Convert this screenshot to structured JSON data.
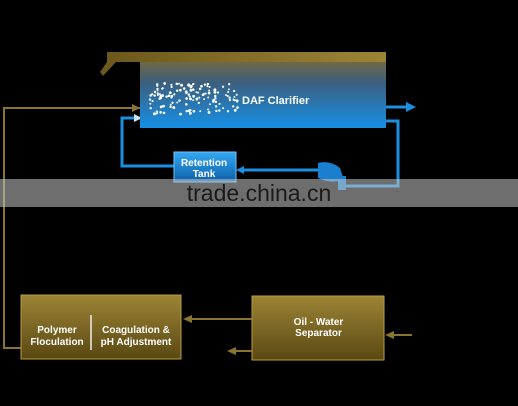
{
  "nodes": {
    "daf": {
      "label": "DAF Clarifier"
    },
    "retention": {
      "label_line1": "Retention",
      "label_line2": "Tank"
    },
    "polymer": {
      "label_line1": "Polymer",
      "label_line2": "Floculation"
    },
    "coagulation": {
      "label_line1": "Coagulation &",
      "label_line2": "pH Adjustment"
    },
    "separator": {
      "label_line1": "Oil - Water",
      "label_line2": "Separator"
    }
  },
  "watermark": {
    "text": "trade.china.cn"
  },
  "colors": {
    "background": "#000000",
    "gold_dark": "#5c4a14",
    "gold_light": "#a88f3c",
    "blue_dark": "#1372c4",
    "blue_light": "#1f9be8",
    "water_line": "#1d8fe0",
    "sludge_line": "#8a7530"
  },
  "icons": {
    "pump": "pump-icon",
    "bubbles": "air-bubbles-icon"
  }
}
